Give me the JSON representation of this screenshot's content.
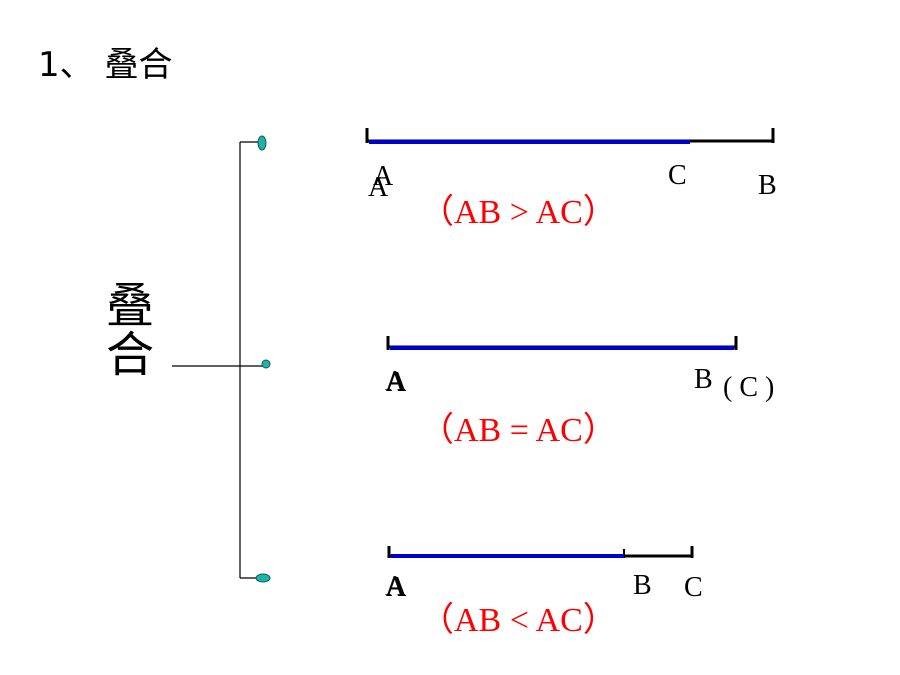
{
  "title": "1、 叠合",
  "side_label": "叠合",
  "colors": {
    "segment_ac": "#0000cc",
    "segment_ab": "#000000",
    "relation_text": "#ff0000",
    "node_dot": "#20b2aa"
  },
  "cases": [
    {
      "point_a": "A",
      "point_a_overlay": "A",
      "point_c": "C",
      "point_b": "B",
      "relation": "（AB > AC）"
    },
    {
      "point_a": "A",
      "point_a_overlay": "A",
      "point_b": "B",
      "point_c_paren": "( C )",
      "relation": "（AB = AC）"
    },
    {
      "point_a": "A",
      "point_a_overlay": "A",
      "point_b": "B",
      "point_c": "C",
      "relation": "（AB < AC）"
    }
  ]
}
